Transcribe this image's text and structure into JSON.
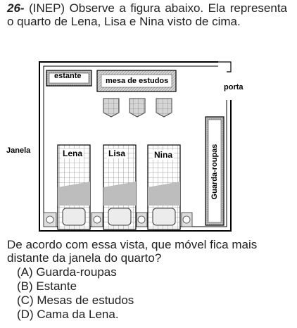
{
  "question": {
    "number": "26-",
    "intro": " (INEP) Observe a figura abaixo. Ela representa o quarto de Lena, Lisa e Nina visto de cima.",
    "prompt": "De acordo com essa vista, que móvel fica mais distante da janela do quarto?",
    "options": [
      "(A) Guarda-roupas",
      "(B) Estante",
      "(C) Mesas de estudos",
      "(D) Cama da Lena."
    ]
  },
  "figure": {
    "labels": {
      "estante": "estante",
      "mesa": "mesa de estudos",
      "porta": "porta",
      "janela": "Janela",
      "guarda_roupas": "Guarda-roupas",
      "bed1": "Lena",
      "bed2": "Lisa",
      "bed3": "Nina"
    }
  }
}
